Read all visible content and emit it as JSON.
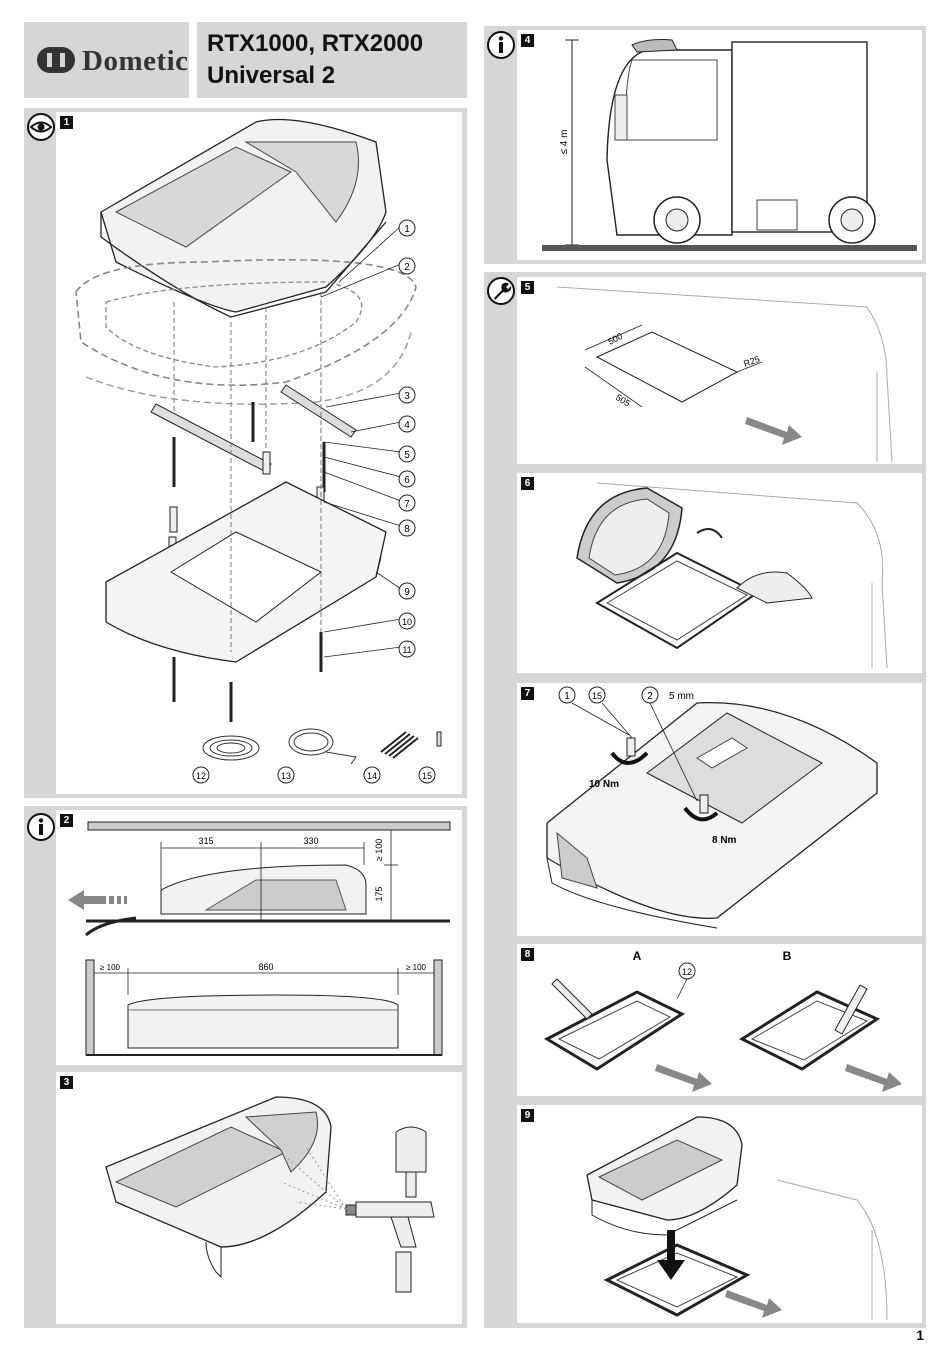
{
  "brand": {
    "name": "Dometic"
  },
  "header": {
    "title_line1": "RTX1000, RTX2000",
    "title_line2": "Universal 2"
  },
  "figures": {
    "f1": {
      "number": "1",
      "callouts": [
        "1",
        "2",
        "3",
        "4",
        "5",
        "6",
        "7",
        "8",
        "9",
        "10",
        "11",
        "12",
        "13",
        "14",
        "15"
      ]
    },
    "f2": {
      "number": "2",
      "dims": {
        "d315": "315",
        "d330": "330",
        "d100v": "≥ 100",
        "d175": "175",
        "left100": "≥ 100",
        "d860": "860",
        "right100": "≥ 100"
      }
    },
    "f3": {
      "number": "3"
    },
    "f4": {
      "number": "4",
      "height_label": "≤ 4 m"
    },
    "f5": {
      "number": "5",
      "d500": "500",
      "d505": "505",
      "r25": "R25"
    },
    "f6": {
      "number": "6"
    },
    "f7": {
      "number": "7",
      "c1": "1",
      "c15": "15",
      "c2": "2",
      "hex": "5 mm",
      "torque1": "10 Nm",
      "torque2": "8 Nm"
    },
    "f8": {
      "number": "8",
      "label_a": "A",
      "label_b": "B",
      "c12": "12"
    },
    "f9": {
      "number": "9"
    }
  },
  "page_number": "1"
}
